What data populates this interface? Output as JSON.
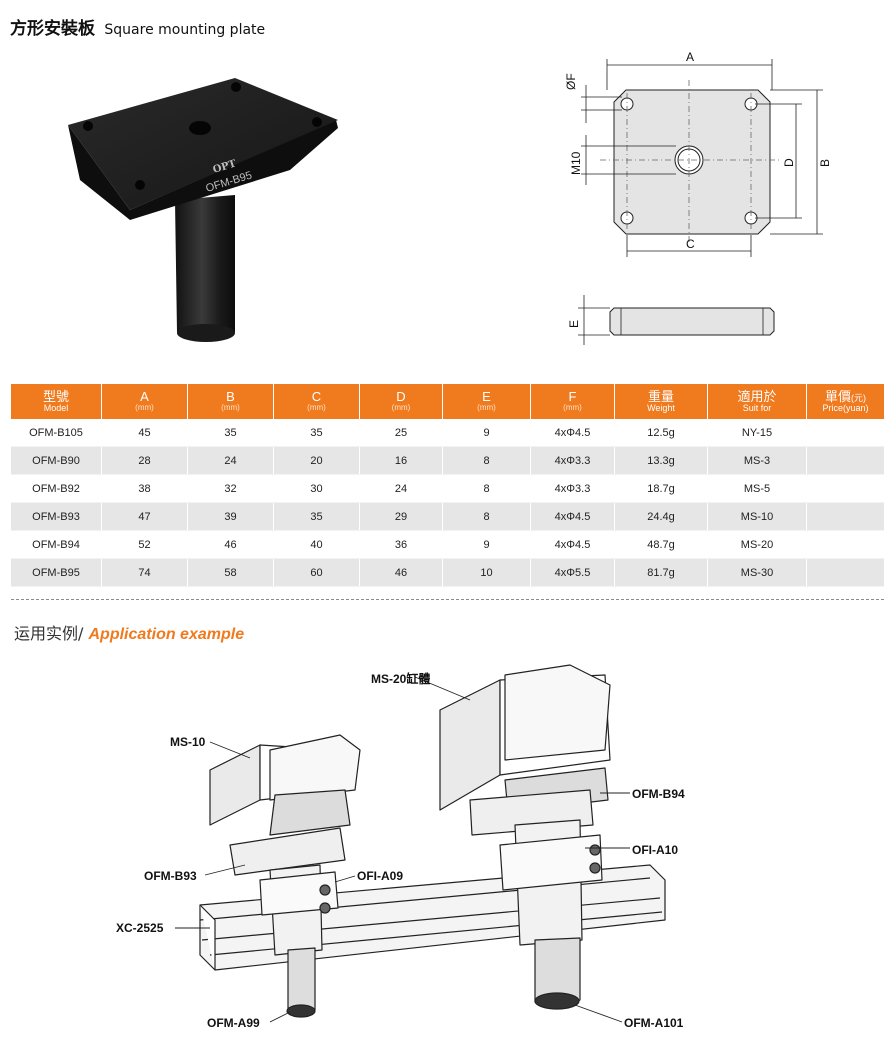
{
  "header": {
    "title_cn": "方形安裝板",
    "title_en": "Square mounting plate"
  },
  "photo": {
    "brand_text": "OPT",
    "model_text": "OFM-B95"
  },
  "drawing": {
    "labels": {
      "A": "A",
      "B": "B",
      "C": "C",
      "D": "D",
      "E": "E",
      "F": "ØF",
      "M10": "M10"
    }
  },
  "table": {
    "columns": [
      {
        "main": "型號",
        "sub": "Model"
      },
      {
        "main": "A",
        "sub": "(mm)"
      },
      {
        "main": "B",
        "sub": "(mm)"
      },
      {
        "main": "C",
        "sub": "(mm)"
      },
      {
        "main": "D",
        "sub": "(mm)"
      },
      {
        "main": "E",
        "sub": "(mm)"
      },
      {
        "main": "F",
        "sub": "(mm)"
      },
      {
        "main": "重量",
        "sub": "Weight"
      },
      {
        "main": "適用於",
        "sub": "Suit for"
      },
      {
        "main": "單價",
        "main_suffix": "(元)",
        "sub": "Price(yuan)"
      }
    ],
    "rows": [
      [
        "OFM-B105",
        "45",
        "35",
        "35",
        "25",
        "9",
        "4xΦ4.5",
        "12.5g",
        "NY-15",
        ""
      ],
      [
        "OFM-B90",
        "28",
        "24",
        "20",
        "16",
        "8",
        "4xΦ3.3",
        "13.3g",
        "MS-3",
        ""
      ],
      [
        "OFM-B92",
        "38",
        "32",
        "30",
        "24",
        "8",
        "4xΦ3.3",
        "18.7g",
        "MS-5",
        ""
      ],
      [
        "OFM-B93",
        "47",
        "39",
        "35",
        "29",
        "8",
        "4xΦ4.5",
        "24.4g",
        "MS-10",
        ""
      ],
      [
        "OFM-B94",
        "52",
        "46",
        "40",
        "36",
        "9",
        "4xΦ4.5",
        "48.7g",
        "MS-20",
        ""
      ],
      [
        "OFM-B95",
        "74",
        "58",
        "60",
        "46",
        "10",
        "4xΦ5.5",
        "81.7g",
        "MS-30",
        ""
      ]
    ]
  },
  "application": {
    "title_cn": "运用实例",
    "separator": "/ ",
    "title_en": "Application example",
    "callouts": {
      "ms20": "MS-20缸體",
      "ms10": "MS-10",
      "ofm_b94": "OFM-B94",
      "ofi_a10": "OFI-A10",
      "ofm_b93": "OFM-B93",
      "ofi_a09": "OFI-A09",
      "xc2525": "XC-2525",
      "ofm_a99": "OFM-A99",
      "ofm_a101": "OFM-A101"
    }
  }
}
